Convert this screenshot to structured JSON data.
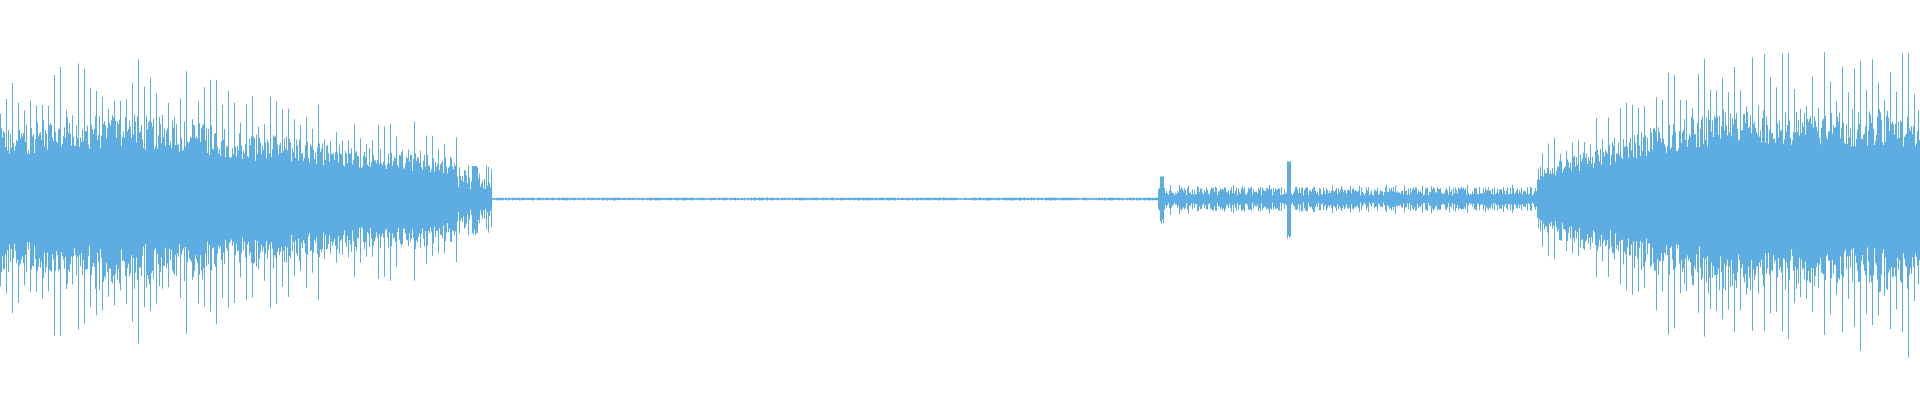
{
  "waveform": {
    "color": "#5DADE2",
    "background": "#ffffff",
    "envelope": {
      "description_free": true,
      "segments": [
        {
          "type": "loud",
          "from": 0.0,
          "to": 0.238,
          "peak": 0.95,
          "shape": "swell"
        },
        {
          "type": "quiet",
          "from": 0.238,
          "to": 0.256,
          "peak": 0.22
        },
        {
          "type": "silent",
          "from": 0.256,
          "to": 0.603,
          "peak": 0.01
        },
        {
          "type": "quiet",
          "from": 0.603,
          "to": 0.8,
          "peak": 0.08
        },
        {
          "type": "loud",
          "from": 0.8,
          "to": 1.0,
          "peak": 1.0,
          "shape": "rise"
        }
      ],
      "spikes": [
        {
          "at": 0.247,
          "level": 0.22
        },
        {
          "at": 0.605,
          "level": 0.15
        },
        {
          "at": 0.671,
          "level": 0.25
        }
      ]
    }
  }
}
